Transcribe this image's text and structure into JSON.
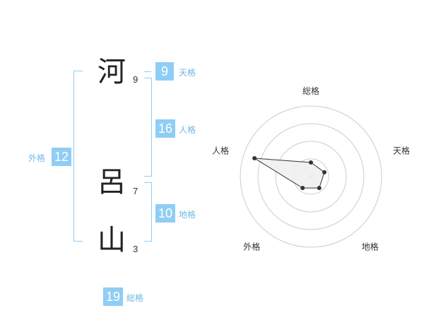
{
  "name": {
    "chars": [
      {
        "char": "河",
        "strokes": "9"
      },
      {
        "char": "呂",
        "strokes": "7"
      },
      {
        "char": "山",
        "strokes": "3"
      }
    ]
  },
  "fortune": {
    "tenkaku": {
      "value": "9",
      "label": "天格"
    },
    "jinkaku": {
      "value": "16",
      "label": "人格"
    },
    "chikaku": {
      "value": "10",
      "label": "地格"
    },
    "gaikaku": {
      "value": "12",
      "label": "外格"
    },
    "soukaku": {
      "value": "19",
      "label": "総格"
    }
  },
  "chart_data": {
    "type": "radar",
    "axes": [
      "総格",
      "天格",
      "地格",
      "外格",
      "人格"
    ],
    "values": [
      1.0,
      1.0,
      1.0,
      1.0,
      4.2
    ],
    "rmax": 5,
    "rings": 4,
    "colors": {
      "ring": "#cccccc",
      "fill": "#eeeeee",
      "line": "#333333",
      "point": "#333333"
    }
  }
}
